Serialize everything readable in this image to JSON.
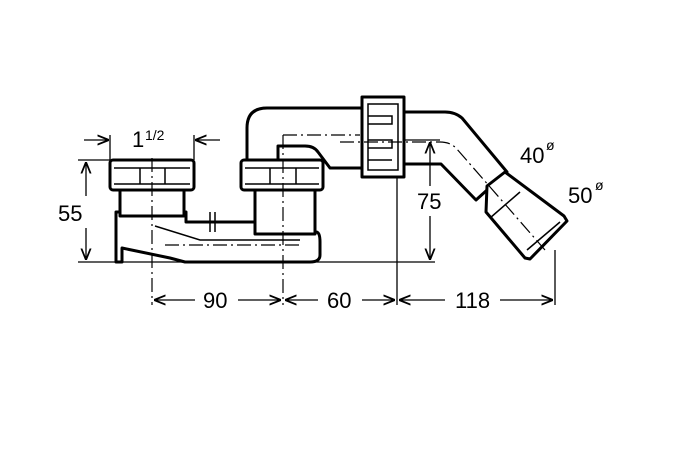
{
  "diagram": {
    "dimensions": {
      "thread": "1",
      "thread_frac": "1/2",
      "height_left": "55",
      "height_outlet": "75",
      "dist_1": "90",
      "dist_2": "60",
      "dist_3": "118",
      "dia_1": "40",
      "dia_2": "50",
      "dia_symbol": "ø"
    }
  }
}
